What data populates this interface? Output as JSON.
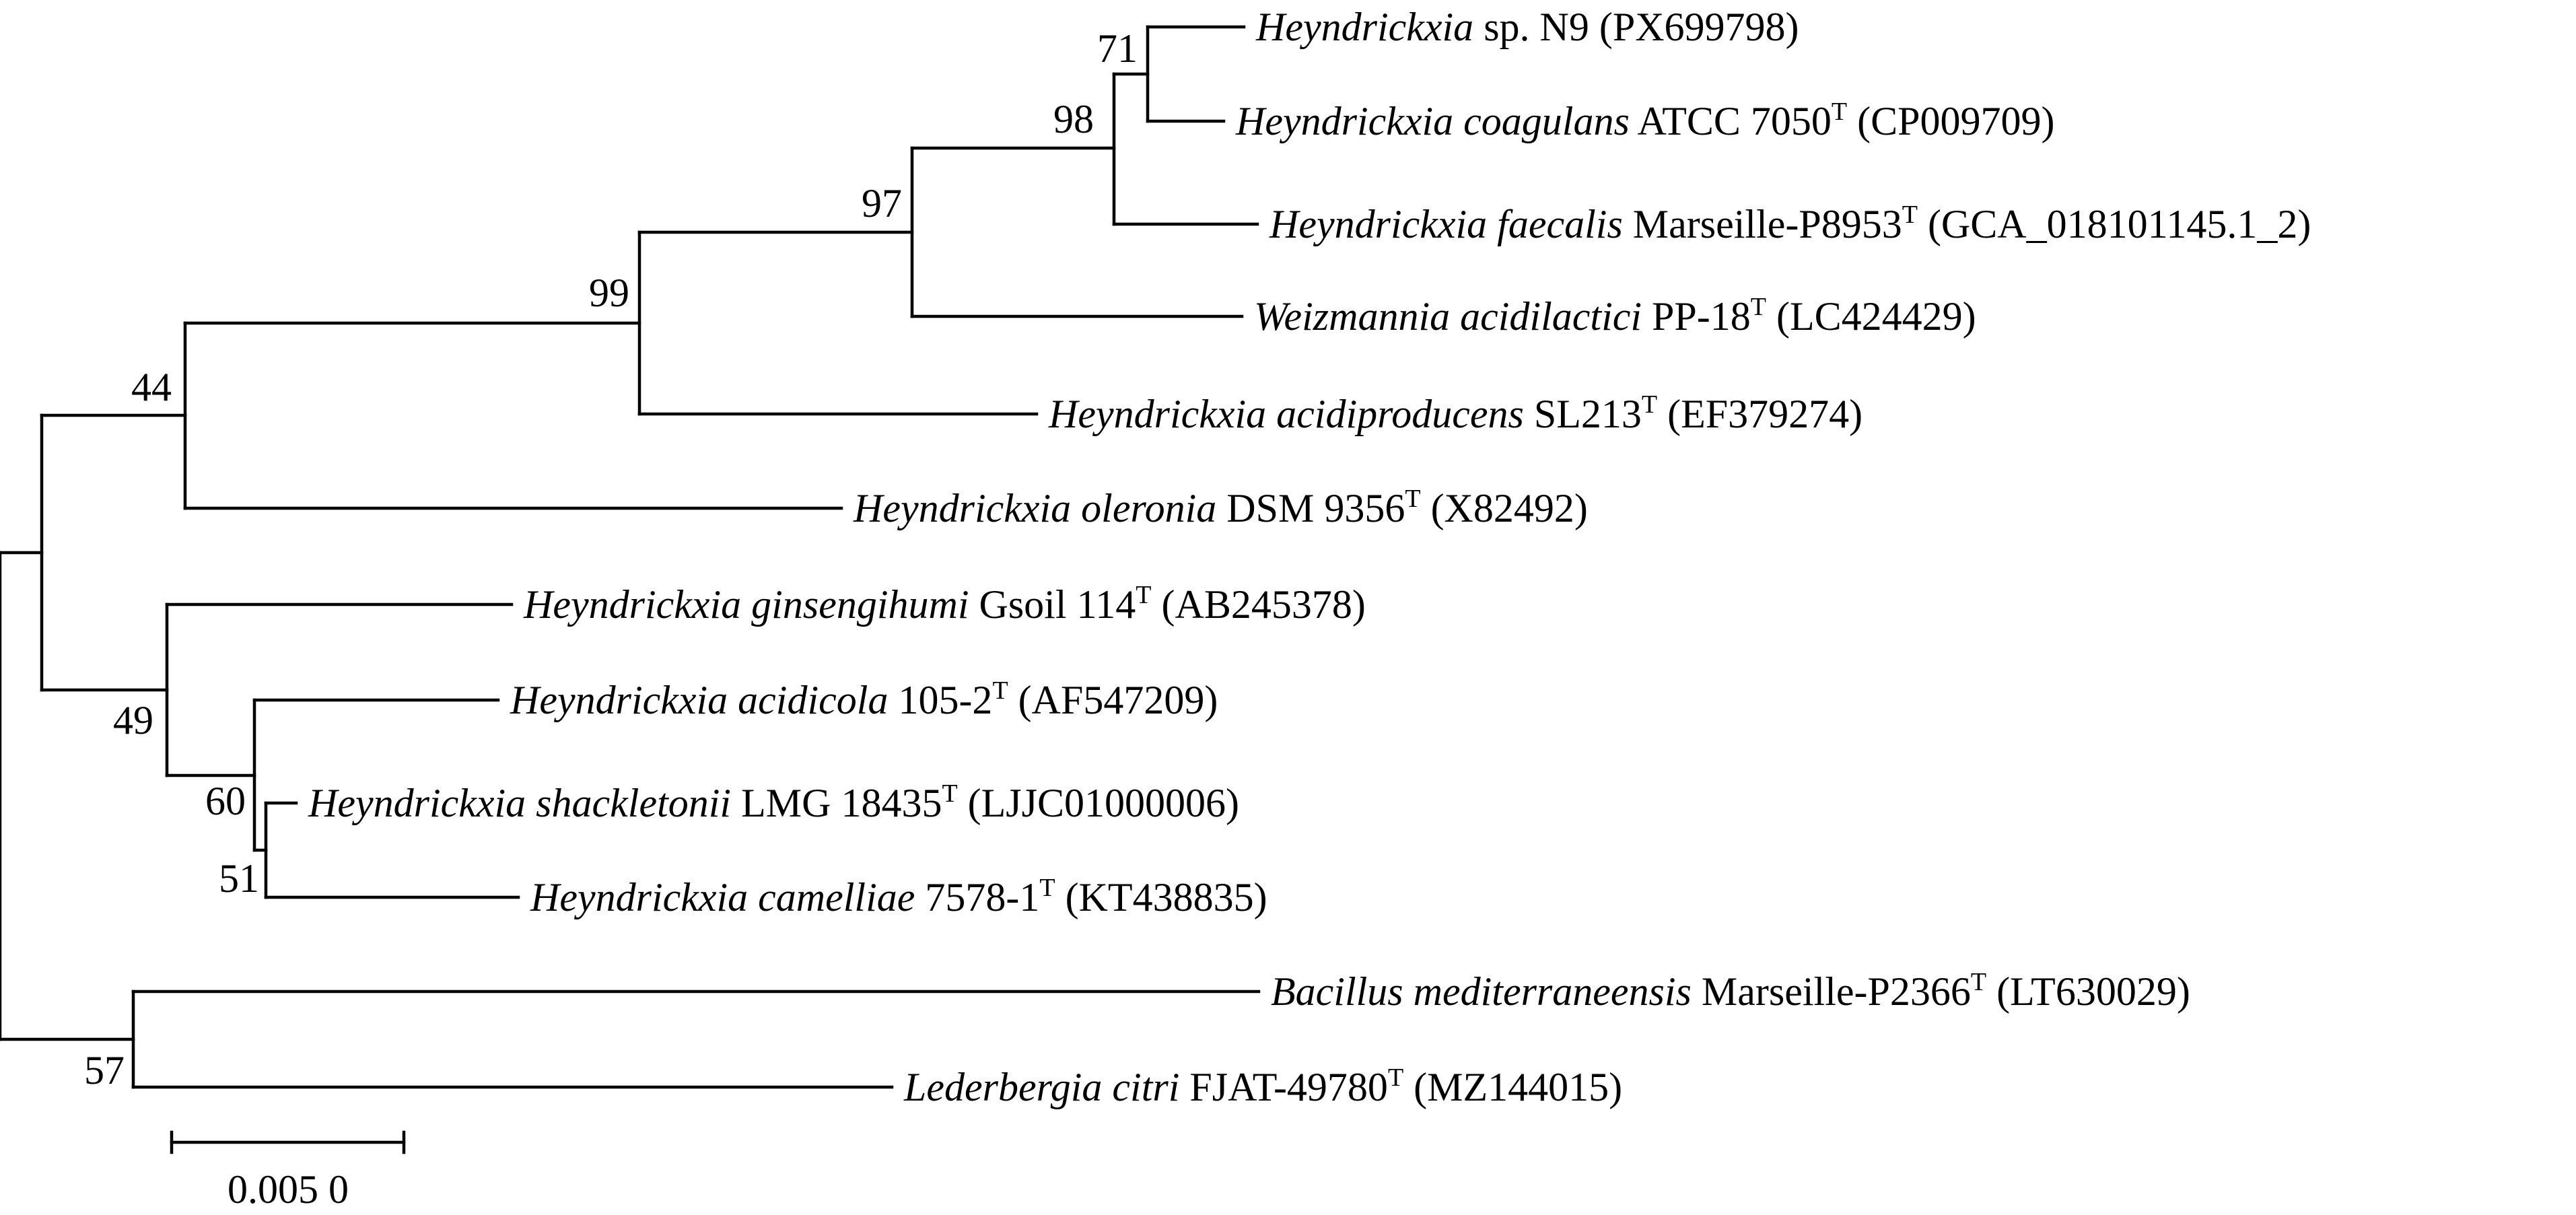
{
  "tree": {
    "leaves": [
      {
        "id": "hN9",
        "species": "Heyndrickxia",
        "strain": " sp. N9",
        "type_strain": false,
        "accession": " (PX699798)"
      },
      {
        "id": "hcoag",
        "species": "Heyndrickxia coagulans",
        "strain": " ATCC 7050",
        "type_strain": true,
        "accession": " (CP009709)"
      },
      {
        "id": "hfaec",
        "species": "Heyndrickxia faecalis",
        "strain": " Marseille-P8953",
        "type_strain": true,
        "accession": " (GCA_018101145.1_2)"
      },
      {
        "id": "wacid",
        "species": "Weizmannia acidilactici",
        "strain": " PP-18",
        "type_strain": true,
        "accession": " (LC424429)"
      },
      {
        "id": "hacidp",
        "species": "Heyndrickxia acidiproducens",
        "strain": " SL213",
        "type_strain": true,
        "accession": " (EF379274)"
      },
      {
        "id": "holer",
        "species": "Heyndrickxia oleronia",
        "strain": " DSM 9356",
        "type_strain": true,
        "accession": " (X82492)"
      },
      {
        "id": "hgins",
        "species": "Heyndrickxia ginsengihumi",
        "strain": " Gsoil 114",
        "type_strain": true,
        "accession": " (AB245378)"
      },
      {
        "id": "hacidc",
        "species": "Heyndrickxia acidicola",
        "strain": " 105-2",
        "type_strain": true,
        "accession": " (AF547209)"
      },
      {
        "id": "hshack",
        "species": "Heyndrickxia shackletonii",
        "strain": " LMG 18435",
        "type_strain": true,
        "accession": " (LJJC01000006)"
      },
      {
        "id": "hcam",
        "species": "Heyndrickxia camelliae",
        "strain": " 7578-1",
        "type_strain": true,
        "accession": " (KT438835)"
      },
      {
        "id": "bmed",
        "species": "Bacillus mediterraneensis",
        "strain": " Marseille-P2366",
        "type_strain": true,
        "accession": " (LT630029)"
      },
      {
        "id": "lcit",
        "species": "Lederbergia citri",
        "strain": " FJAT-49780",
        "type_strain": true,
        "accession": " (MZ144015)"
      }
    ],
    "type_strain_mark": "T",
    "bootstrap_values": [
      "71",
      "98",
      "97",
      "99",
      "44",
      "49",
      "60",
      "51",
      "57"
    ]
  },
  "scale_bar": {
    "label": "0.005 0"
  }
}
